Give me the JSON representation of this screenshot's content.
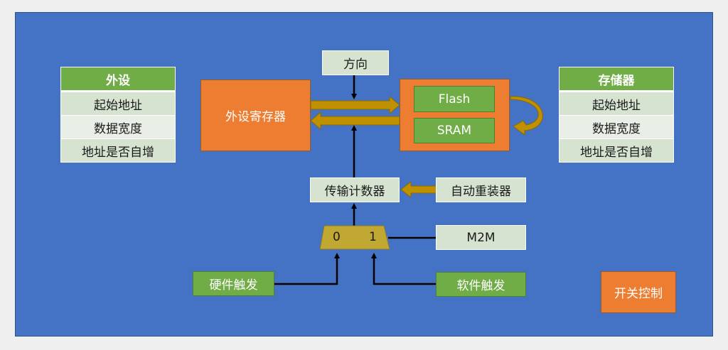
{
  "diagram": {
    "title": "DMA block diagram",
    "peripheral_table": {
      "header": "外设",
      "rows": [
        "起始地址",
        "数据宽度",
        "地址是否自增"
      ]
    },
    "memory_table": {
      "header": "存储器",
      "rows": [
        "起始地址",
        "数据宽度",
        "地址是否自增"
      ]
    },
    "direction_label": "方向",
    "peripheral_register_label": "外设寄存器",
    "memory_block": {
      "flash_label": "Flash",
      "sram_label": "SRAM"
    },
    "transfer_counter_label": "传输计数器",
    "auto_reload_label": "自动重装器",
    "mux": {
      "input0": "0",
      "input1": "1"
    },
    "m2m_label": "M2M",
    "hardware_trigger_label": "硬件触发",
    "software_trigger_label": "软件触发",
    "switch_control_label": "开关控制",
    "colors": {
      "background": "#4472c4",
      "orange": "#ed7d31",
      "green": "#70ad47",
      "light_green": "#d6e3d0",
      "arrow_gold": "#bf9000",
      "mux_gold": "#c0a832"
    }
  }
}
